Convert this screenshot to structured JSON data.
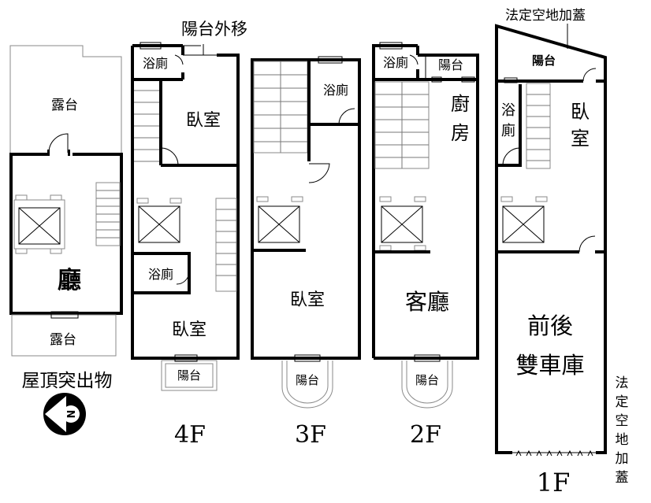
{
  "labels": {
    "roof": {
      "upper_terrace": "露台",
      "hall": "廳",
      "lower_terrace": "露台",
      "caption": "屋頂突出物",
      "compass": "N"
    },
    "f4": {
      "bath_upper": "浴廁",
      "balcony_note": "陽台外移",
      "bedroom_upper": "臥室",
      "bath_lower": "浴廁",
      "bedroom_lower": "臥室",
      "balcony": "陽台",
      "floor": "4F"
    },
    "f3": {
      "bath": "浴廁",
      "bedroom": "臥室",
      "balcony": "陽台",
      "floor": "3F"
    },
    "f2": {
      "bath": "浴廁",
      "balcony_top": "陽台",
      "kitchen_1": "廚",
      "kitchen_2": "房",
      "living": "客廳",
      "balcony": "陽台",
      "floor": "2F"
    },
    "f1": {
      "note_top": "法定空地加蓋",
      "balcony": "陽台",
      "bath_1": "浴",
      "bath_2": "廁",
      "bedroom_1": "臥",
      "bedroom_2": "室",
      "garage_1": "前後",
      "garage_2": "雙車庫",
      "floor": "1F",
      "side_note": [
        "法",
        "定",
        "空",
        "地",
        "加",
        "蓋"
      ]
    }
  }
}
